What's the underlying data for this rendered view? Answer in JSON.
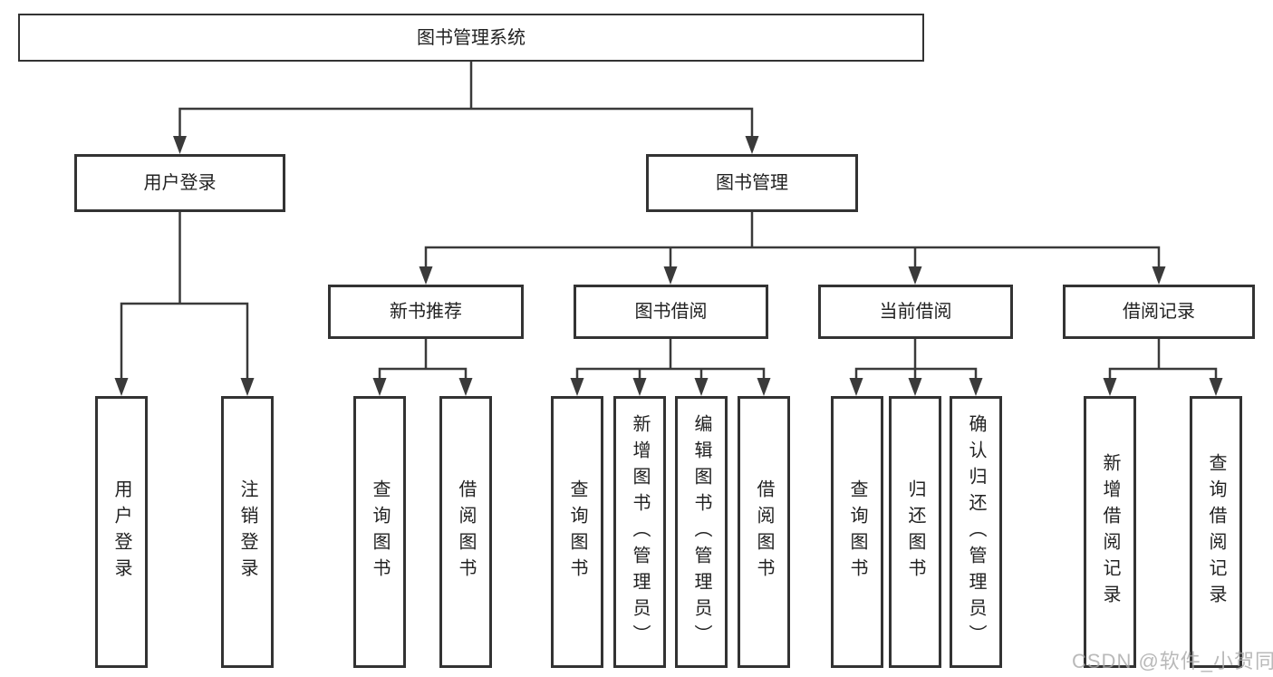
{
  "tree": {
    "label": "图书管理系统",
    "children": [
      {
        "label": "用户登录",
        "children": [
          {
            "label": "用户登录"
          },
          {
            "label": "注销登录"
          }
        ]
      },
      {
        "label": "图书管理",
        "children": [
          {
            "label": "新书推荐",
            "children": [
              {
                "label": "查询图书"
              },
              {
                "label": "借阅图书"
              }
            ]
          },
          {
            "label": "图书借阅",
            "children": [
              {
                "label": "查询图书"
              },
              {
                "label": "新增图书（管理员）"
              },
              {
                "label": "编辑图书（管理员）"
              },
              {
                "label": "借阅图书"
              }
            ]
          },
          {
            "label": "当前借阅",
            "children": [
              {
                "label": "查询图书"
              },
              {
                "label": "归还图书"
              },
              {
                "label": "确认归还（管理员）"
              }
            ]
          },
          {
            "label": "借阅记录",
            "children": [
              {
                "label": "新增借阅记录"
              },
              {
                "label": "查询借阅记录"
              }
            ]
          }
        ]
      }
    ]
  },
  "watermark": {
    "text": "CSDN @软件_小贺同学"
  },
  "colors": {
    "line": "#3a3a3a",
    "box_border": "#333333",
    "text": "#222222",
    "background": "#ffffff",
    "watermark": "#a8a8a8"
  }
}
